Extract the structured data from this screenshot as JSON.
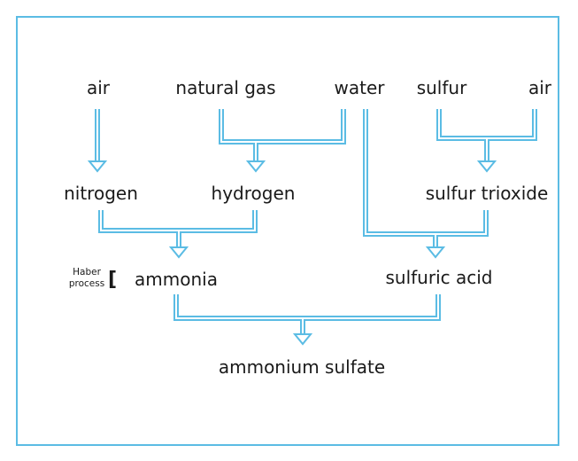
{
  "nodes": {
    "air_left": "air",
    "natural_gas": "natural gas",
    "water": "water",
    "sulfur": "sulfur",
    "air_right": "air",
    "nitrogen": "nitrogen",
    "hydrogen": "hydrogen",
    "sulfur_trioxide": "sulfur trioxide",
    "ammonia": "ammonia",
    "sulfuric_acid": "sulfuric acid",
    "ammonium_sulfate": "ammonium sulfate"
  },
  "annotation": {
    "haber_line1": "Haber",
    "haber_line2": "process",
    "bracket": "["
  },
  "colors": {
    "arrow": "#5bbce4",
    "border": "#5bbce4",
    "text": "#1a1a1a"
  }
}
